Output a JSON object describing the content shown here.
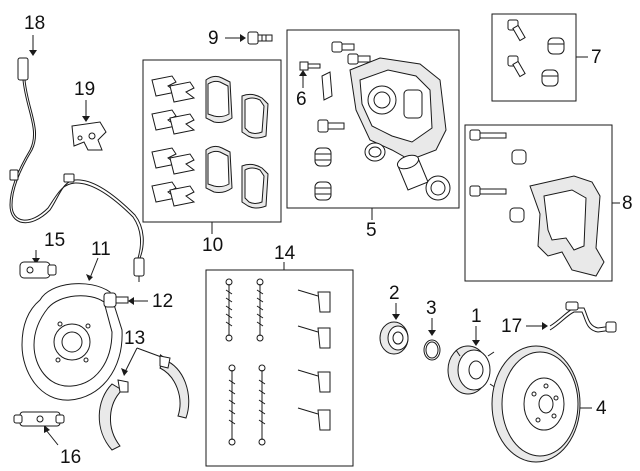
{
  "callouts": [
    {
      "id": "18",
      "label": "18"
    },
    {
      "id": "19",
      "label": "19"
    },
    {
      "id": "9",
      "label": "9"
    },
    {
      "id": "10",
      "label": "10"
    },
    {
      "id": "6",
      "label": "6"
    },
    {
      "id": "5",
      "label": "5"
    },
    {
      "id": "7",
      "label": "7"
    },
    {
      "id": "8",
      "label": "8"
    },
    {
      "id": "15",
      "label": "15"
    },
    {
      "id": "11",
      "label": "11"
    },
    {
      "id": "12",
      "label": "12"
    },
    {
      "id": "14",
      "label": "14"
    },
    {
      "id": "13",
      "label": "13"
    },
    {
      "id": "16",
      "label": "16"
    },
    {
      "id": "2",
      "label": "2"
    },
    {
      "id": "3",
      "label": "3"
    },
    {
      "id": "1",
      "label": "1"
    },
    {
      "id": "17",
      "label": "17"
    },
    {
      "id": "4",
      "label": "4"
    }
  ],
  "colors": {
    "line": "#1a1a1a",
    "background": "#ffffff",
    "shade": "#e9e9e9"
  }
}
